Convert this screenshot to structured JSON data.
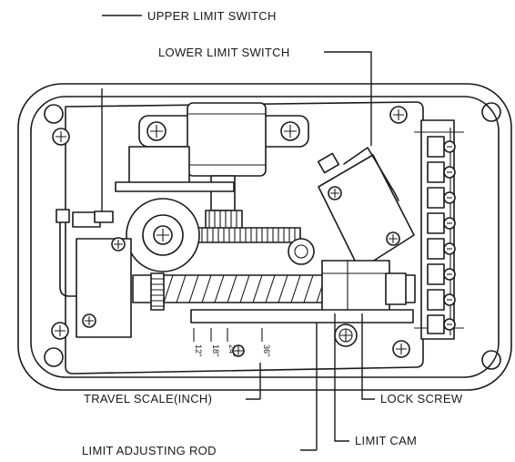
{
  "callouts": {
    "upper_limit_switch": "UPPER LIMIT SWITCH",
    "lower_limit_switch": "LOWER LIMIT SWITCH",
    "travel_scale": "TRAVEL SCALE(INCH)",
    "lock_screw": "LOCK SCREW",
    "limit_cam": "LIMIT CAM",
    "limit_adjusting_rod": "LIMIT ADJUSTING ROD"
  },
  "scale_marks": [
    "12\"",
    "18\"",
    "24\"",
    "36\""
  ]
}
